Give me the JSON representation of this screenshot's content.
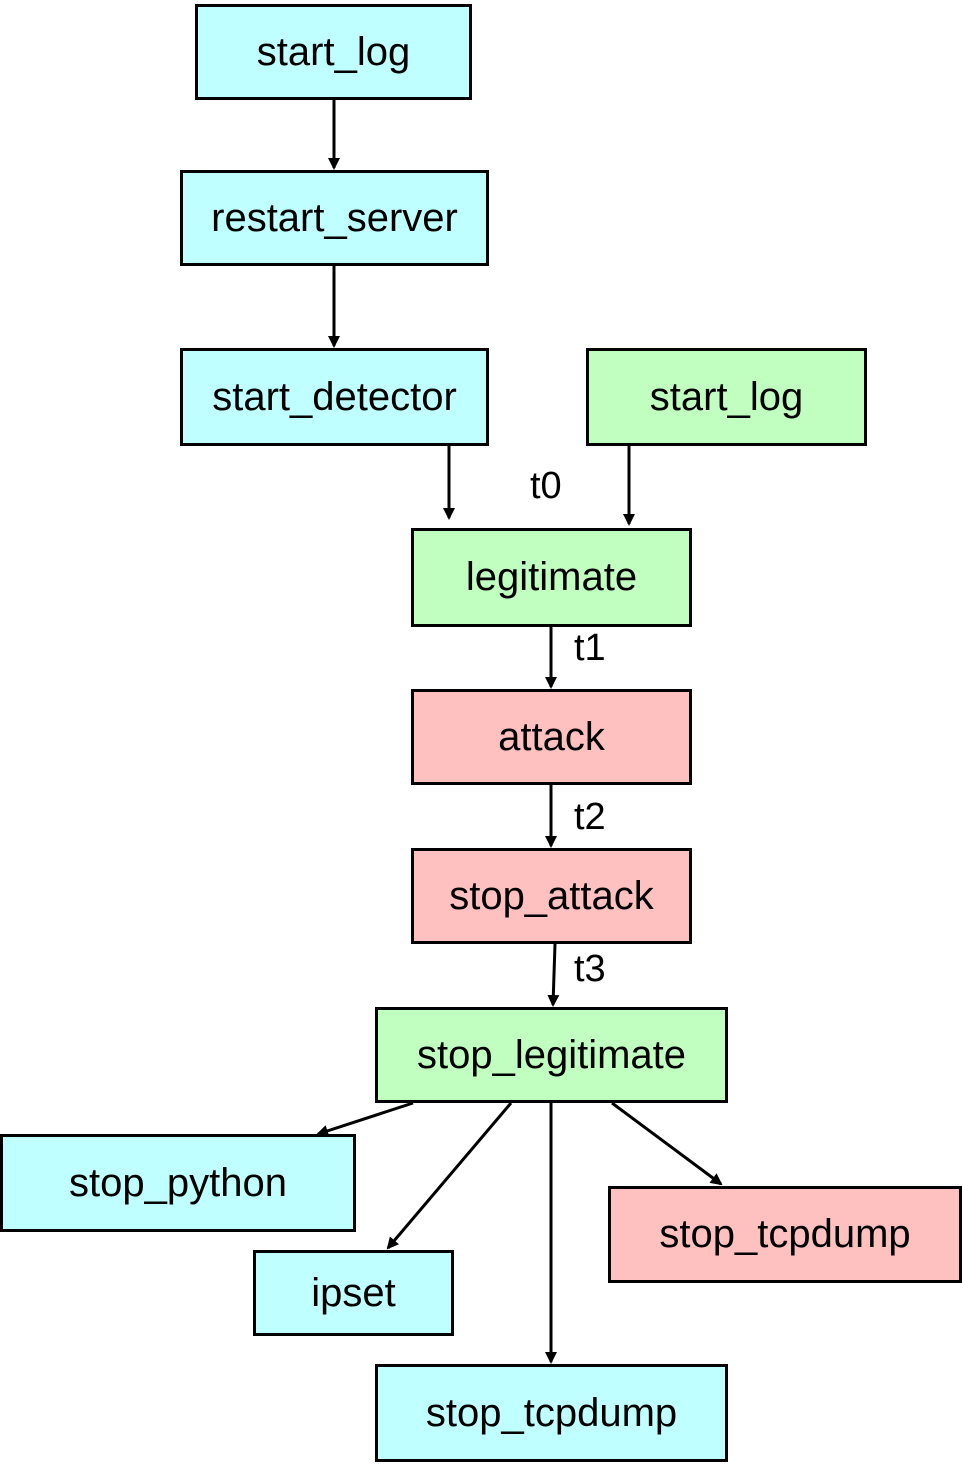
{
  "colors": {
    "cyan": "#c0ffff",
    "green": "#c0ffc0",
    "red": "#ffc0c0",
    "stroke": "#000000"
  },
  "nodes": {
    "start_log_1": {
      "label": "start_log",
      "color": "cyan"
    },
    "restart_server": {
      "label": "restart_server",
      "color": "cyan"
    },
    "start_detector": {
      "label": "start_detector",
      "color": "cyan"
    },
    "start_log_2": {
      "label": "start_log",
      "color": "green"
    },
    "legitimate": {
      "label": "legitimate",
      "color": "green"
    },
    "attack": {
      "label": "attack",
      "color": "red"
    },
    "stop_attack": {
      "label": "stop_attack",
      "color": "red"
    },
    "stop_legitimate": {
      "label": "stop_legitimate",
      "color": "green"
    },
    "stop_python": {
      "label": "stop_python",
      "color": "cyan"
    },
    "ipset": {
      "label": "ipset",
      "color": "cyan"
    },
    "stop_tcpdump_red": {
      "label": "stop_tcpdump",
      "color": "red"
    },
    "stop_tcpdump_cyan": {
      "label": "stop_tcpdump",
      "color": "cyan"
    }
  },
  "edges": [
    {
      "from": "start_log_1",
      "to": "restart_server",
      "label": ""
    },
    {
      "from": "restart_server",
      "to": "start_detector",
      "label": ""
    },
    {
      "from": "start_detector",
      "to": "legitimate",
      "label": ""
    },
    {
      "from": "start_log_2",
      "to": "legitimate",
      "label": "t0"
    },
    {
      "from": "legitimate",
      "to": "attack",
      "label": "t1"
    },
    {
      "from": "attack",
      "to": "stop_attack",
      "label": "t2"
    },
    {
      "from": "stop_attack",
      "to": "stop_legitimate",
      "label": "t3"
    },
    {
      "from": "stop_legitimate",
      "to": "stop_python",
      "label": ""
    },
    {
      "from": "stop_legitimate",
      "to": "ipset",
      "label": ""
    },
    {
      "from": "stop_legitimate",
      "to": "stop_tcpdump_cyan",
      "label": ""
    },
    {
      "from": "stop_legitimate",
      "to": "stop_tcpdump_red",
      "label": ""
    }
  ],
  "labels": {
    "t0": "t0",
    "t1": "t1",
    "t2": "t2",
    "t3": "t3"
  }
}
